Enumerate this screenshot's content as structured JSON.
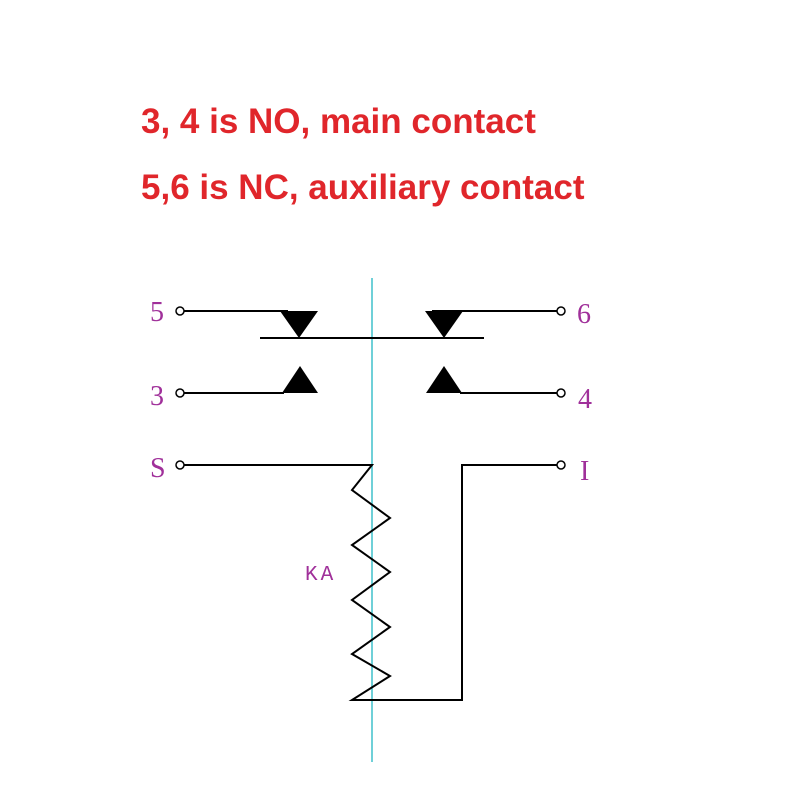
{
  "header": {
    "line1": "3, 4 is NO, main contact",
    "line2": "5,6 is NC, auxiliary contact"
  },
  "terminals": {
    "t5": "5",
    "t6": "6",
    "t3": "3",
    "t4": "4",
    "tS": "S",
    "tI": "I"
  },
  "coil": {
    "label": "KA"
  },
  "colors": {
    "caption": "#e0262b",
    "label": "#a0309a",
    "wire": "#000000",
    "axis": "#6fd0d8"
  }
}
